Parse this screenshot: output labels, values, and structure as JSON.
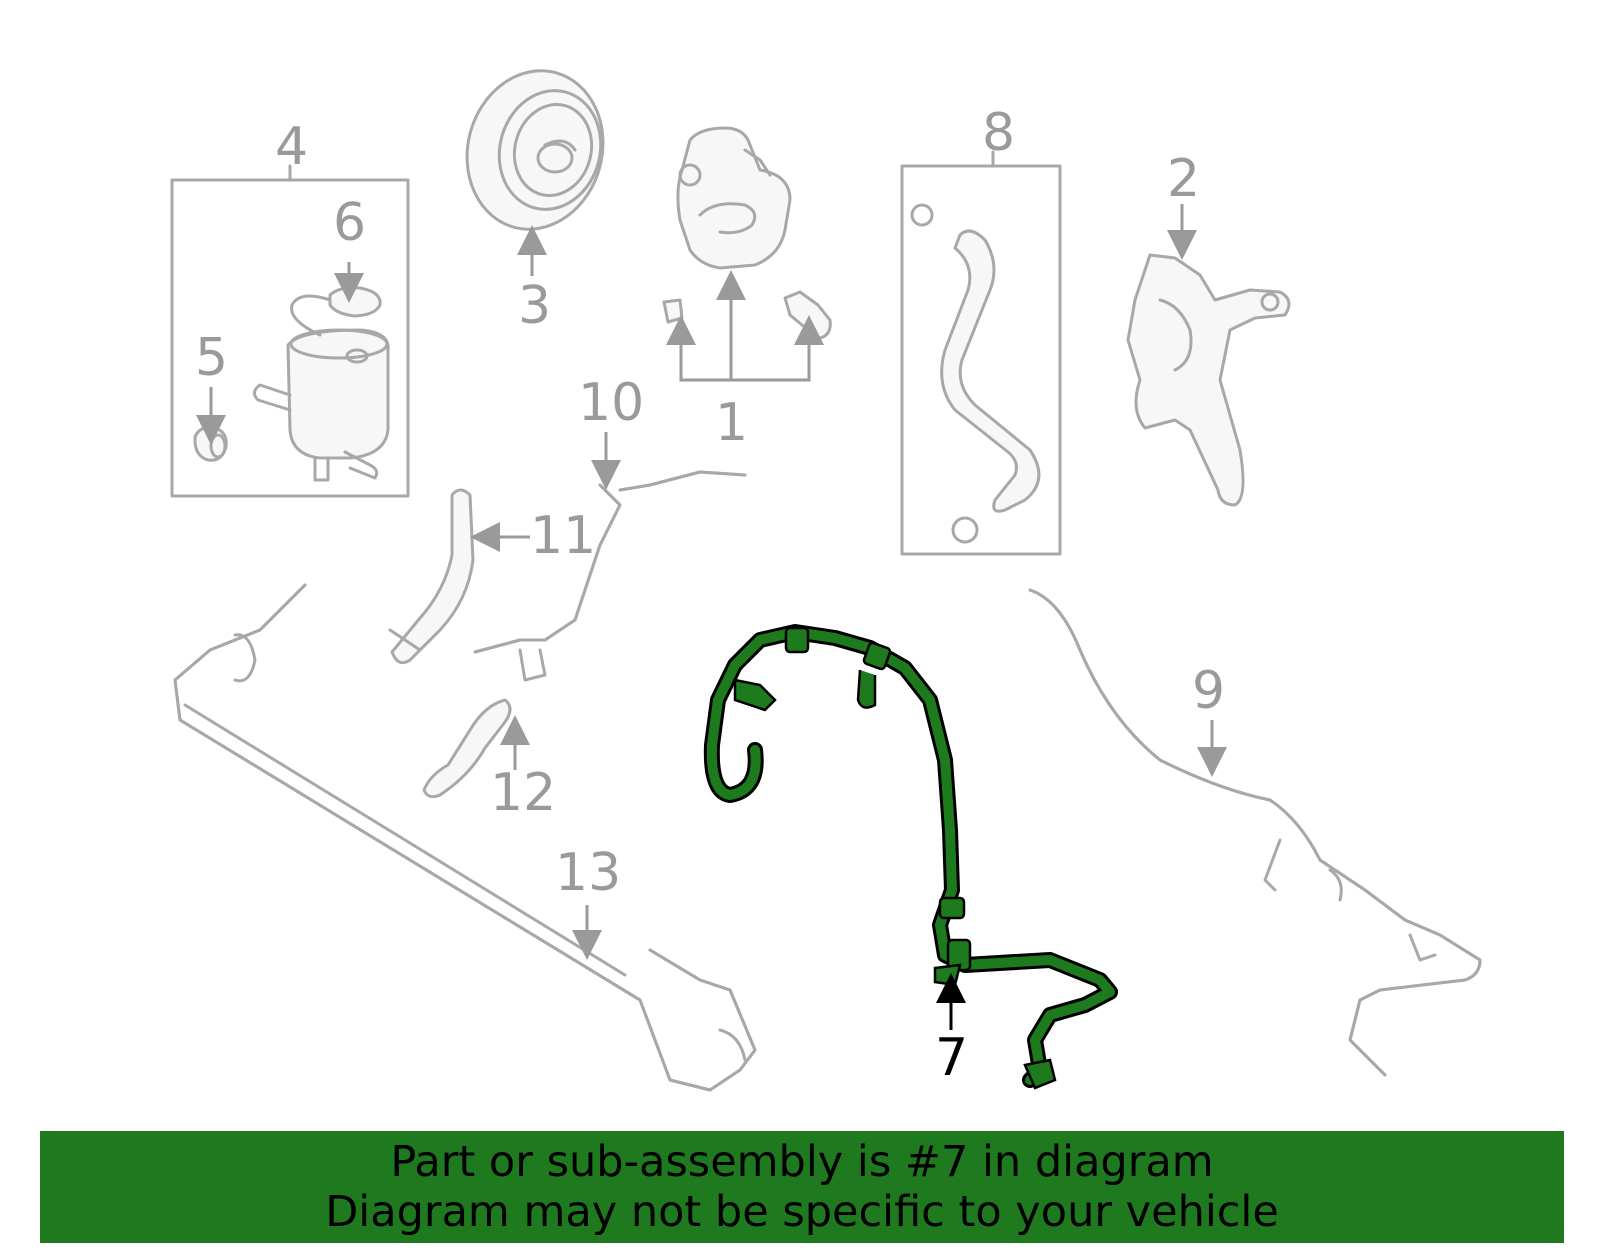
{
  "diagram": {
    "highlighted_part": "7",
    "highlight_color": "#1f7a1f",
    "parts": {
      "p1": "1",
      "p2": "2",
      "p3": "3",
      "p4": "4",
      "p5": "5",
      "p6": "6",
      "p7": "7",
      "p8": "8",
      "p9": "9",
      "p10": "10",
      "p11": "11",
      "p12": "12",
      "p13": "13"
    }
  },
  "banner": {
    "line1": "Part or sub-assembly is #7 in diagram",
    "line2": "Diagram may not be specific to your vehicle",
    "background_color": "#1f7a1f"
  }
}
